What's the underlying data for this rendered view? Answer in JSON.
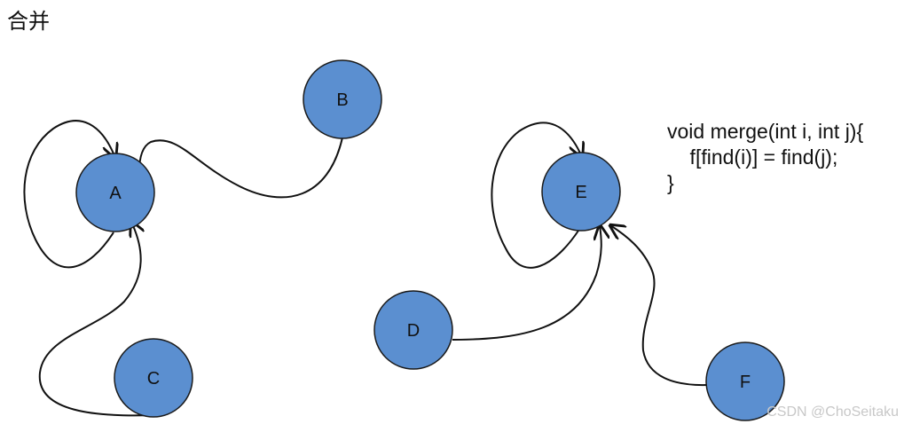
{
  "title": "合并",
  "nodes": [
    {
      "id": "A",
      "label": "A"
    },
    {
      "id": "B",
      "label": "B"
    },
    {
      "id": "C",
      "label": "C"
    },
    {
      "id": "D",
      "label": "D"
    },
    {
      "id": "E",
      "label": "E"
    },
    {
      "id": "F",
      "label": "F"
    }
  ],
  "edges": [
    {
      "from": "A",
      "to": "A"
    },
    {
      "from": "B",
      "to": "A"
    },
    {
      "from": "C",
      "to": "A"
    },
    {
      "from": "E",
      "to": "E"
    },
    {
      "from": "D",
      "to": "E"
    },
    {
      "from": "F",
      "to": "E"
    }
  ],
  "code": {
    "line1": "void merge(int i, int j){",
    "line2": "    f[find(i)] = find(j);",
    "line3": "}"
  },
  "watermark": "CSDN @ChoSeitaku",
  "colors": {
    "node_fill": "#5b8fd0",
    "node_stroke": "#1a1a1a",
    "edge": "#111111"
  }
}
